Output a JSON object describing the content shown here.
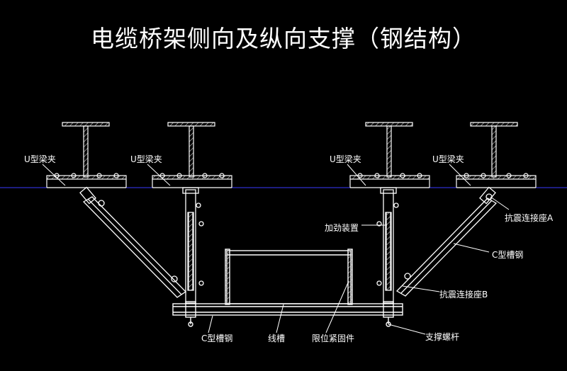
{
  "title": "电缆桥架侧向及纵向支撑（钢结构）",
  "labels": {
    "u_clamp": "U型梁夹",
    "seismic_seat_a": "抗震连接座A",
    "stiffener": "加劲装置",
    "c_channel": "C型槽钢",
    "seismic_seat_b": "抗震连接座B",
    "cable_tray": "线槽",
    "limit_fastener": "限位紧固件",
    "support_rod": "支撑螺杆"
  },
  "colors": {
    "background": "#000000",
    "line": "#ffffff",
    "axis": "#3a3aff",
    "hatch": "#cccccc"
  }
}
